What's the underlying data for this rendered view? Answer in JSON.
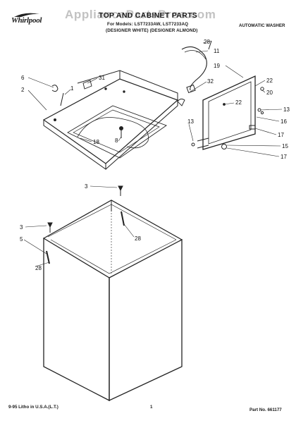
{
  "header": {
    "brand": "Whirlpool",
    "title": "TOP AND CABINET PARTS",
    "for_models_line": "For Models: LST7233AW, LST7233AQ",
    "colors_line": "(DESIGNER WHITE)   (DESIGNER ALMOND)",
    "product": "AUTOMATIC WASHER"
  },
  "watermark": "AppliancePartsPros.com",
  "callouts": [
    "28",
    "11",
    "19",
    "31",
    "6",
    "1",
    "22",
    "2",
    "32",
    "20",
    "22",
    "13",
    "16",
    "18",
    "8",
    "13",
    "17",
    "15",
    "17",
    "3",
    "3",
    "28",
    "5",
    "28"
  ],
  "footer": {
    "print_info": "9-95 Litho in U.S.A.(L.T.)",
    "page_number": "1",
    "part_number": "Part No. 661177"
  },
  "colors": {
    "line": "#222222",
    "watermark": "#8a8a8a"
  }
}
